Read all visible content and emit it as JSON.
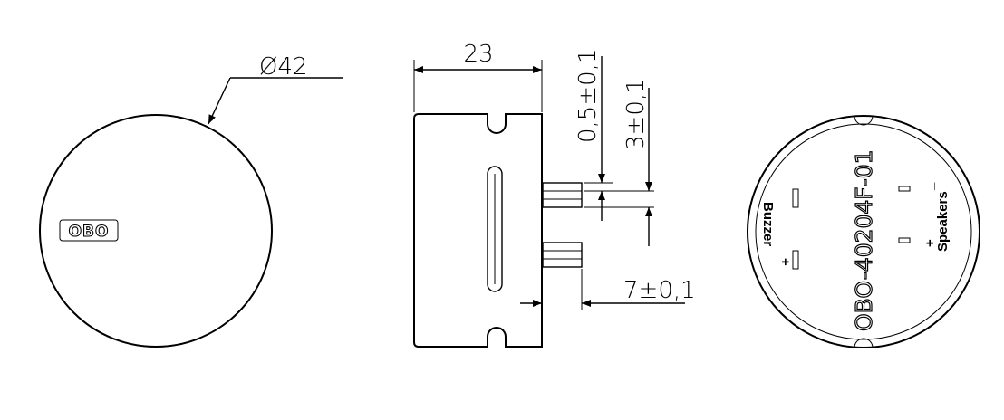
{
  "front_view": {
    "logo": "OBO",
    "diameter_label": "Ø42"
  },
  "side_view": {
    "width_label": "23",
    "pin_thickness_label": "0,5±0,1",
    "pin_width_label": "3±0,1",
    "pin_length_label": "7±0,1"
  },
  "back_view": {
    "part_number": "OBO-40204F-01",
    "buzzer_label": "Buzzer",
    "speakers_label": "Speakers",
    "plus_sign": "+",
    "minus_sign": "_"
  }
}
